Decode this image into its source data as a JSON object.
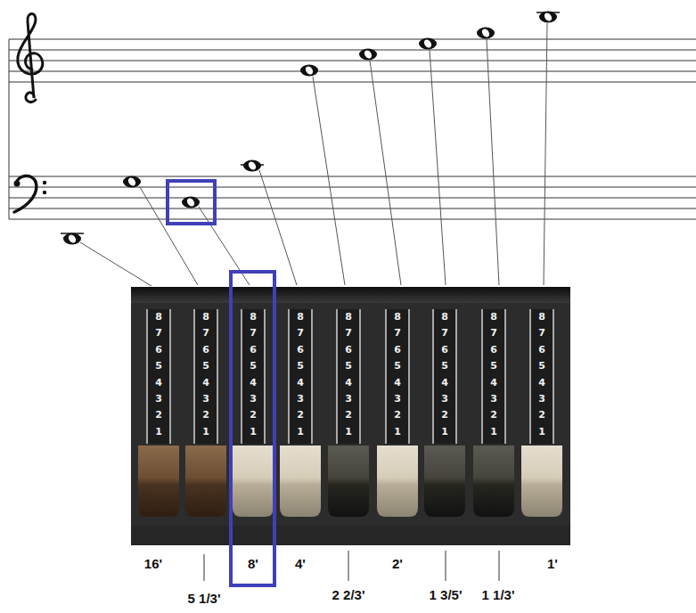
{
  "diagram": {
    "nodes": [
      {
        "text": [
          "8",
          "7",
          "6",
          "5",
          "4",
          "3",
          "2",
          "1"
        ]
      },
      {
        "text": [
          "8",
          "7",
          "6",
          "5",
          "4",
          "3",
          "2",
          "1"
        ]
      },
      {
        "text": [
          "8",
          "7",
          "6",
          "5",
          "4",
          "3",
          "2",
          "1"
        ]
      },
      {
        "text": [
          "8",
          "7",
          "6",
          "5",
          "4",
          "3",
          "2",
          "1"
        ]
      },
      {
        "text": [
          "8",
          "7",
          "6",
          "5",
          "4",
          "3",
          "2",
          "1"
        ]
      },
      {
        "text": [
          "8",
          "7",
          "6",
          "5",
          "4",
          "3",
          "2",
          "1"
        ]
      },
      {
        "text": [
          "8",
          "7",
          "6",
          "5",
          "4",
          "3",
          "2",
          "1"
        ]
      },
      {
        "text": [
          "8",
          "7",
          "6",
          "5",
          "4",
          "3",
          "2",
          "1"
        ]
      },
      {
        "text": [
          "8",
          "7",
          "6",
          "5",
          "4",
          "3",
          "2",
          "1"
        ]
      }
    ],
    "labels": [
      "16'",
      "8'",
      "4'",
      "2'",
      "1'",
      "5 1/3'",
      "2 2/3'",
      "1 3/5'",
      "1 1/3'"
    ]
  }
}
